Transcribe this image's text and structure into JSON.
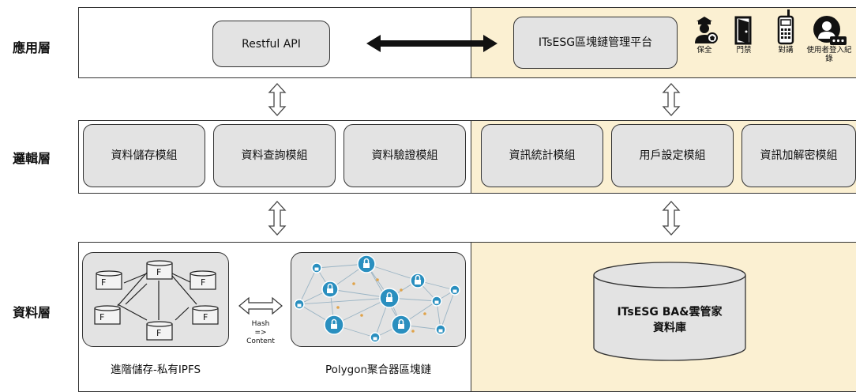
{
  "layers": {
    "app": "應用層",
    "logic": "邏輯層",
    "data": "資料層"
  },
  "app_layer": {
    "restful_api": "Restful API",
    "platform": "ITsESG區塊鏈管理平台",
    "icons": [
      {
        "label": "保全",
        "icon": "security-guard-icon"
      },
      {
        "label": "門禁",
        "icon": "door-access-icon"
      },
      {
        "label": "對講",
        "icon": "intercom-icon"
      },
      {
        "label": "使用者登入紀錄",
        "icon": "user-login-icon"
      }
    ]
  },
  "logic_layer": {
    "modules_left": [
      "資料儲存模組",
      "資料查詢模組",
      "資料驗證模組"
    ],
    "modules_right": [
      "資訊統計模組",
      "用戶設定模組",
      "資訊加解密模組"
    ]
  },
  "data_layer": {
    "ipfs_caption": "進階儲存-私有IPFS",
    "node_label": "F",
    "hash_label": "Hash",
    "hash_arrow": "=>",
    "content_label": "Content",
    "polygon_caption": "Polygon聚合器區塊鏈",
    "db_line1": "ITsESG BA&雲管家",
    "db_line2": "資料庫"
  },
  "colors": {
    "beige_panel": "#fbf0d2",
    "box_gray": "#e3e3e3",
    "chain_blue": "#2a8fbf",
    "chain_edge": "#9ab4c4"
  }
}
